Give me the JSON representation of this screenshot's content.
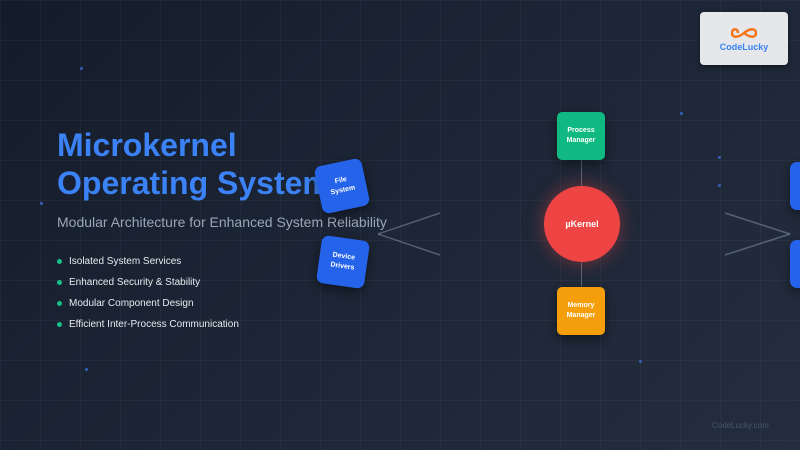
{
  "brand": {
    "name": "CodeLucky",
    "watermark": "CodeLucky.com"
  },
  "hero": {
    "title_line1": "Microkernel",
    "title_line2": "Operating System",
    "subtitle": "Modular Architecture for Enhanced System Reliability"
  },
  "features": [
    "Isolated System Services",
    "Enhanced Security & Stability",
    "Modular Component Design",
    "Efficient Inter-Process Communication"
  ],
  "diagram": {
    "kernel_label": "µKernel",
    "process_manager": [
      "Process",
      "Manager"
    ],
    "memory_manager": [
      "Memory",
      "Manager"
    ],
    "file_system": [
      "File",
      "System"
    ],
    "device_drivers": [
      "Device",
      "Drivers"
    ]
  },
  "colors": {
    "title": "#3b82f6",
    "kernel": "#ef4444",
    "process": "#10b981",
    "memory": "#f59e0b",
    "service": "#2563eb",
    "bullet": "#16c087"
  }
}
